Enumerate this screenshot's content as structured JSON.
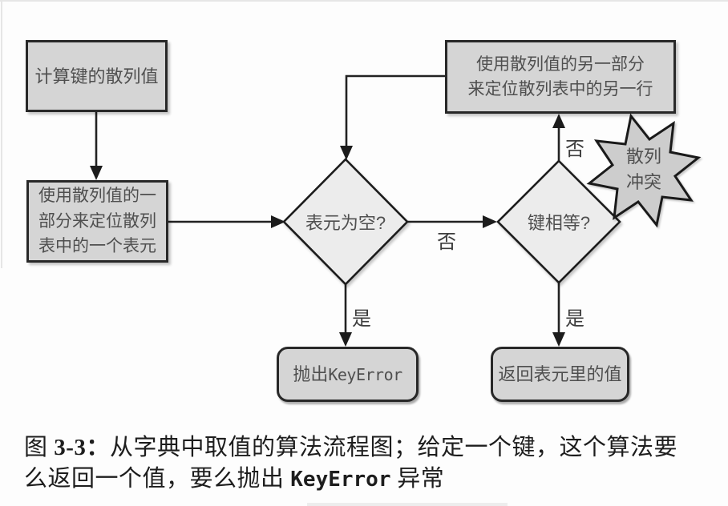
{
  "figure": {
    "nodes": {
      "compute_hash": {
        "label": "计算键的散列值"
      },
      "locate_bucket": {
        "lines": [
          "使用散列值的一",
          "部分来定位散列",
          "表中的一个表元"
        ]
      },
      "locate_another_row": {
        "lines": [
          "使用散列值的另一部分",
          "来定位散列表中的另一行"
        ]
      },
      "bucket_empty": {
        "label": "表元为空?"
      },
      "keys_equal": {
        "label": "键相等?"
      },
      "raise_keyerror": {
        "prefix_zh": "抛出",
        "code": "KeyError"
      },
      "return_value": {
        "label": "返回表元里的值"
      },
      "hash_collision": {
        "lines": [
          "散列",
          "冲突"
        ]
      }
    },
    "edge_labels": {
      "bucket_empty_yes": "是",
      "bucket_empty_no": "否",
      "keys_equal_yes": "是",
      "keys_equal_no": "否"
    },
    "colors": {
      "box_fill": "#d5d5d5",
      "diamond_fill": "#ececec",
      "star_fill": "#cdcdcd",
      "stroke": "#1c1c1c",
      "shape_text": "#4f4f4f"
    }
  },
  "caption": {
    "prefix": "图 ",
    "number": "3-3：",
    "line1_rest": "从字典中取值的算法流程图；给定一个键，这个算法要",
    "line2_pre": "么返回一个值，要么抛出 ",
    "keyword": "KeyError",
    "line2_post": " 异常"
  }
}
